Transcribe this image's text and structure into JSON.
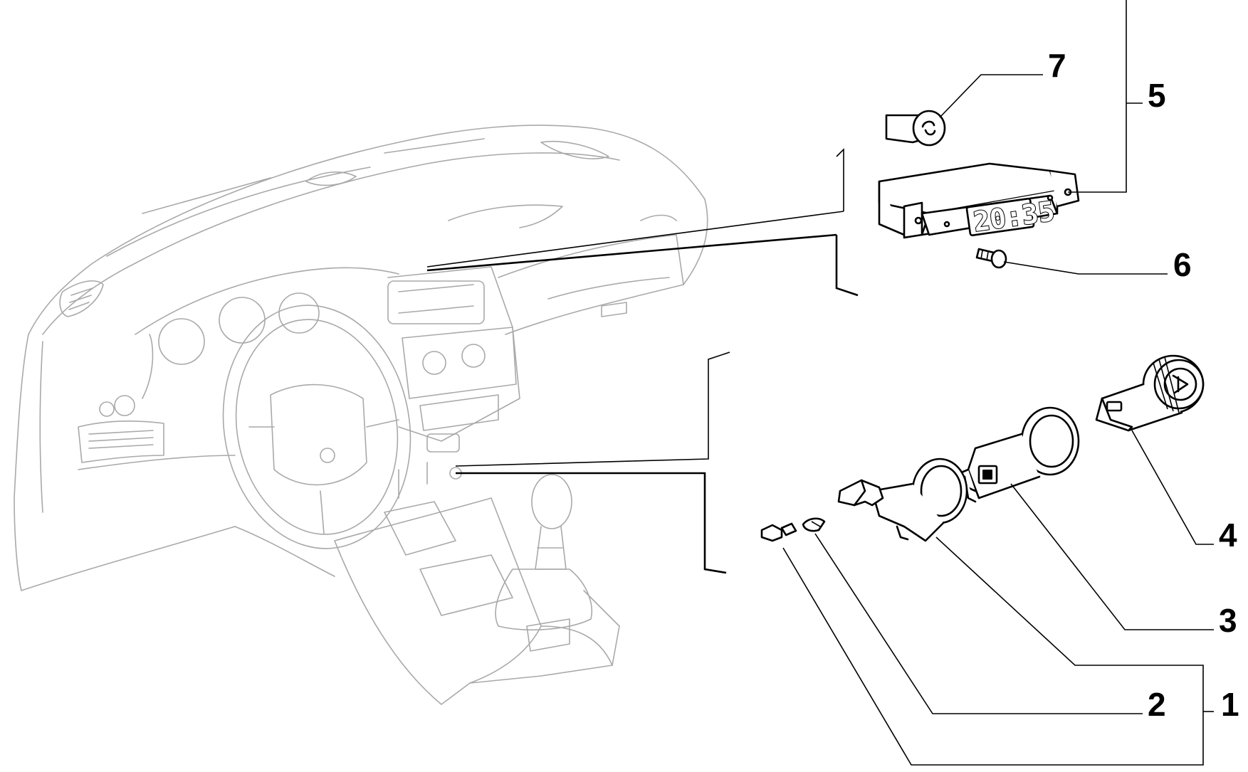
{
  "callouts": [
    {
      "id": "1",
      "label": "1"
    },
    {
      "id": "2",
      "label": "2"
    },
    {
      "id": "3",
      "label": "3"
    },
    {
      "id": "4",
      "label": "4"
    },
    {
      "id": "5",
      "label": "5"
    },
    {
      "id": "6",
      "label": "6"
    },
    {
      "id": "7",
      "label": "7"
    }
  ],
  "clock": {
    "display": "20:35"
  },
  "colors": {
    "linework": "#000000",
    "background_outline": "#a9a9a9",
    "background": "#ffffff"
  }
}
